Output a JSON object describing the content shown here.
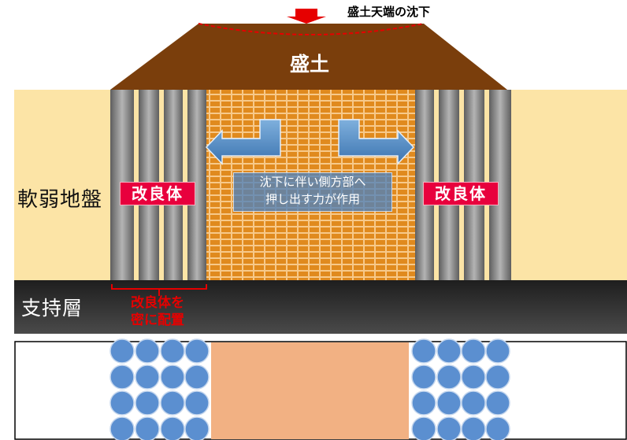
{
  "labels": {
    "settlement": "盛土天端の沈下",
    "embankment": "盛土",
    "soft_ground": "軟弱地盤",
    "bearing_layer": "支持層",
    "improved_left": "改良体",
    "improved_right": "改良体",
    "push_line1": "沈下に伴い側方部へ",
    "push_line2": "押し出す力が作用",
    "dense_line1": "改良体を",
    "dense_line2": "密に配置"
  },
  "colors": {
    "embankment": "#7a3e0c",
    "soft_ground": "#fce4a6",
    "bearing_layer": "#3a3a3a",
    "brick": "#e08a1e",
    "column": "#8a8a8a",
    "arrow": "#4f87c0",
    "badge": "#e8003d",
    "accent_red": "#e60000",
    "plan_circle": "#5b8fd0",
    "plan_center": "#f2b183"
  },
  "icons": {
    "settlement_arrow": "arrow-down-icon",
    "push_left": "arrow-left-icon",
    "push_right": "arrow-right-icon"
  }
}
